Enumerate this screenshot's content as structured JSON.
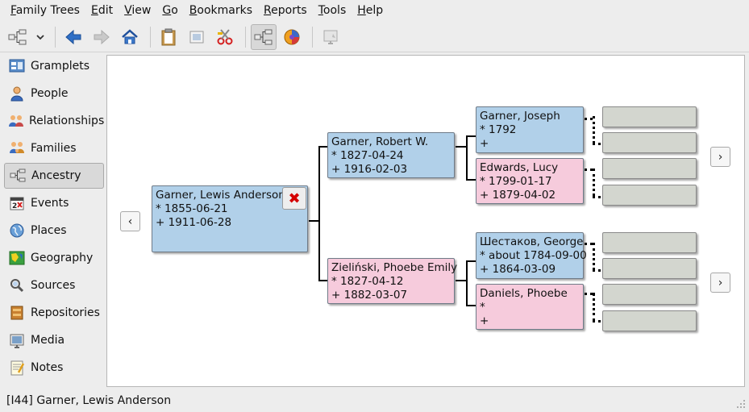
{
  "menubar": {
    "items": [
      {
        "label": "Family Trees",
        "mnemonic": "F",
        "rest": "amily Trees"
      },
      {
        "label": "Edit",
        "mnemonic": "E",
        "rest": "dit"
      },
      {
        "label": "View",
        "mnemonic": "V",
        "rest": "iew"
      },
      {
        "label": "Go",
        "mnemonic": "G",
        "rest": "o"
      },
      {
        "label": "Bookmarks",
        "mnemonic": "B",
        "rest": "ookmarks"
      },
      {
        "label": "Reports",
        "mnemonic": "R",
        "rest": "eports"
      },
      {
        "label": "Tools",
        "mnemonic": "T",
        "rest": "ools"
      },
      {
        "label": "Help",
        "mnemonic": "H",
        "rest": "elp"
      }
    ]
  },
  "sidebar": {
    "items": [
      {
        "label": "Gramplets",
        "icon": "gramplets-icon"
      },
      {
        "label": "People",
        "icon": "people-icon"
      },
      {
        "label": "Relationships",
        "icon": "relationships-icon"
      },
      {
        "label": "Families",
        "icon": "families-icon"
      },
      {
        "label": "Ancestry",
        "icon": "ancestry-icon",
        "active": true
      },
      {
        "label": "Events",
        "icon": "events-icon"
      },
      {
        "label": "Places",
        "icon": "places-icon"
      },
      {
        "label": "Geography",
        "icon": "geography-icon"
      },
      {
        "label": "Sources",
        "icon": "sources-icon"
      },
      {
        "label": "Repositories",
        "icon": "repositories-icon"
      },
      {
        "label": "Media",
        "icon": "media-icon"
      },
      {
        "label": "Notes",
        "icon": "notes-icon"
      }
    ]
  },
  "tree": {
    "root": {
      "name": "Garner, Lewis Anderson",
      "birth": "* 1855-06-21",
      "death": "+ 1911-06-28"
    },
    "father": {
      "name": "Garner, Robert W.",
      "birth": "* 1827-04-24",
      "death": "+ 1916-02-03"
    },
    "mother": {
      "name": "Zieliński, Phoebe Emily",
      "birth": "* 1827-04-12",
      "death": "+ 1882-03-07"
    },
    "pgf": {
      "name": "Garner, Joseph",
      "birth": "* 1792",
      "death": "+"
    },
    "pgm": {
      "name": "Edwards, Lucy",
      "birth": "* 1799-01-17",
      "death": "+ 1879-04-02"
    },
    "mgf": {
      "name": "Шестаков, George",
      "birth": "* about 1784-09-00",
      "death": "+ 1864-03-09"
    },
    "mgm": {
      "name": "Daniels, Phoebe",
      "birth": "*",
      "death": "+"
    }
  },
  "nav": {
    "left": "‹",
    "right": "›"
  },
  "delete_symbol": "✖",
  "status": {
    "text": "[I44] Garner, Lewis Anderson"
  },
  "colors": {
    "male": "#b1d0e9",
    "female": "#f6cbdc",
    "empty": "#d3d6cf"
  }
}
